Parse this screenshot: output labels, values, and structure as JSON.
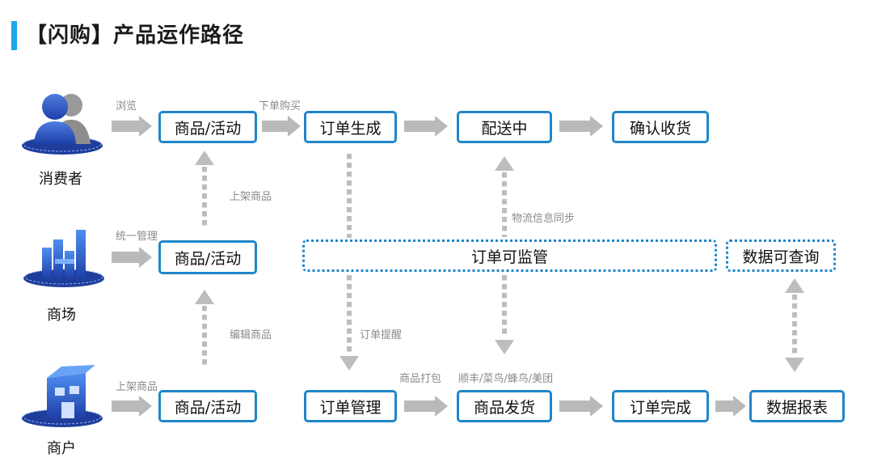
{
  "title": "【闪购】产品运作路径",
  "roles": {
    "consumer": "消费者",
    "mall": "商场",
    "merchant": "商户"
  },
  "row1": {
    "browse": "浏览",
    "node1": "商品/活动",
    "place_order": "下单购买",
    "node2": "订单生成",
    "node3": "配送中",
    "node4": "确认收货"
  },
  "row2": {
    "unified_manage": "统一管理",
    "node1": "商品/活动",
    "order_supervise": "订单可监管",
    "data_query": "数据可查询"
  },
  "row3": {
    "list_goods": "上架商品",
    "node1": "商品/活动",
    "node2": "订单管理",
    "pack": "商品打包",
    "couriers": "顺丰/菜鸟/蜂鸟/美团",
    "node3": "商品发货",
    "node4": "订单完成",
    "node5": "数据报表"
  },
  "vertical_labels": {
    "list_goods": "上架商品",
    "edit_goods": "编辑商品",
    "order_reminder": "订单提醒",
    "logistics_sync": "物流信息同步"
  },
  "colors": {
    "accent": "#1ea7ea",
    "border": "#1f86c8",
    "arrow": "#b9b9b9"
  }
}
